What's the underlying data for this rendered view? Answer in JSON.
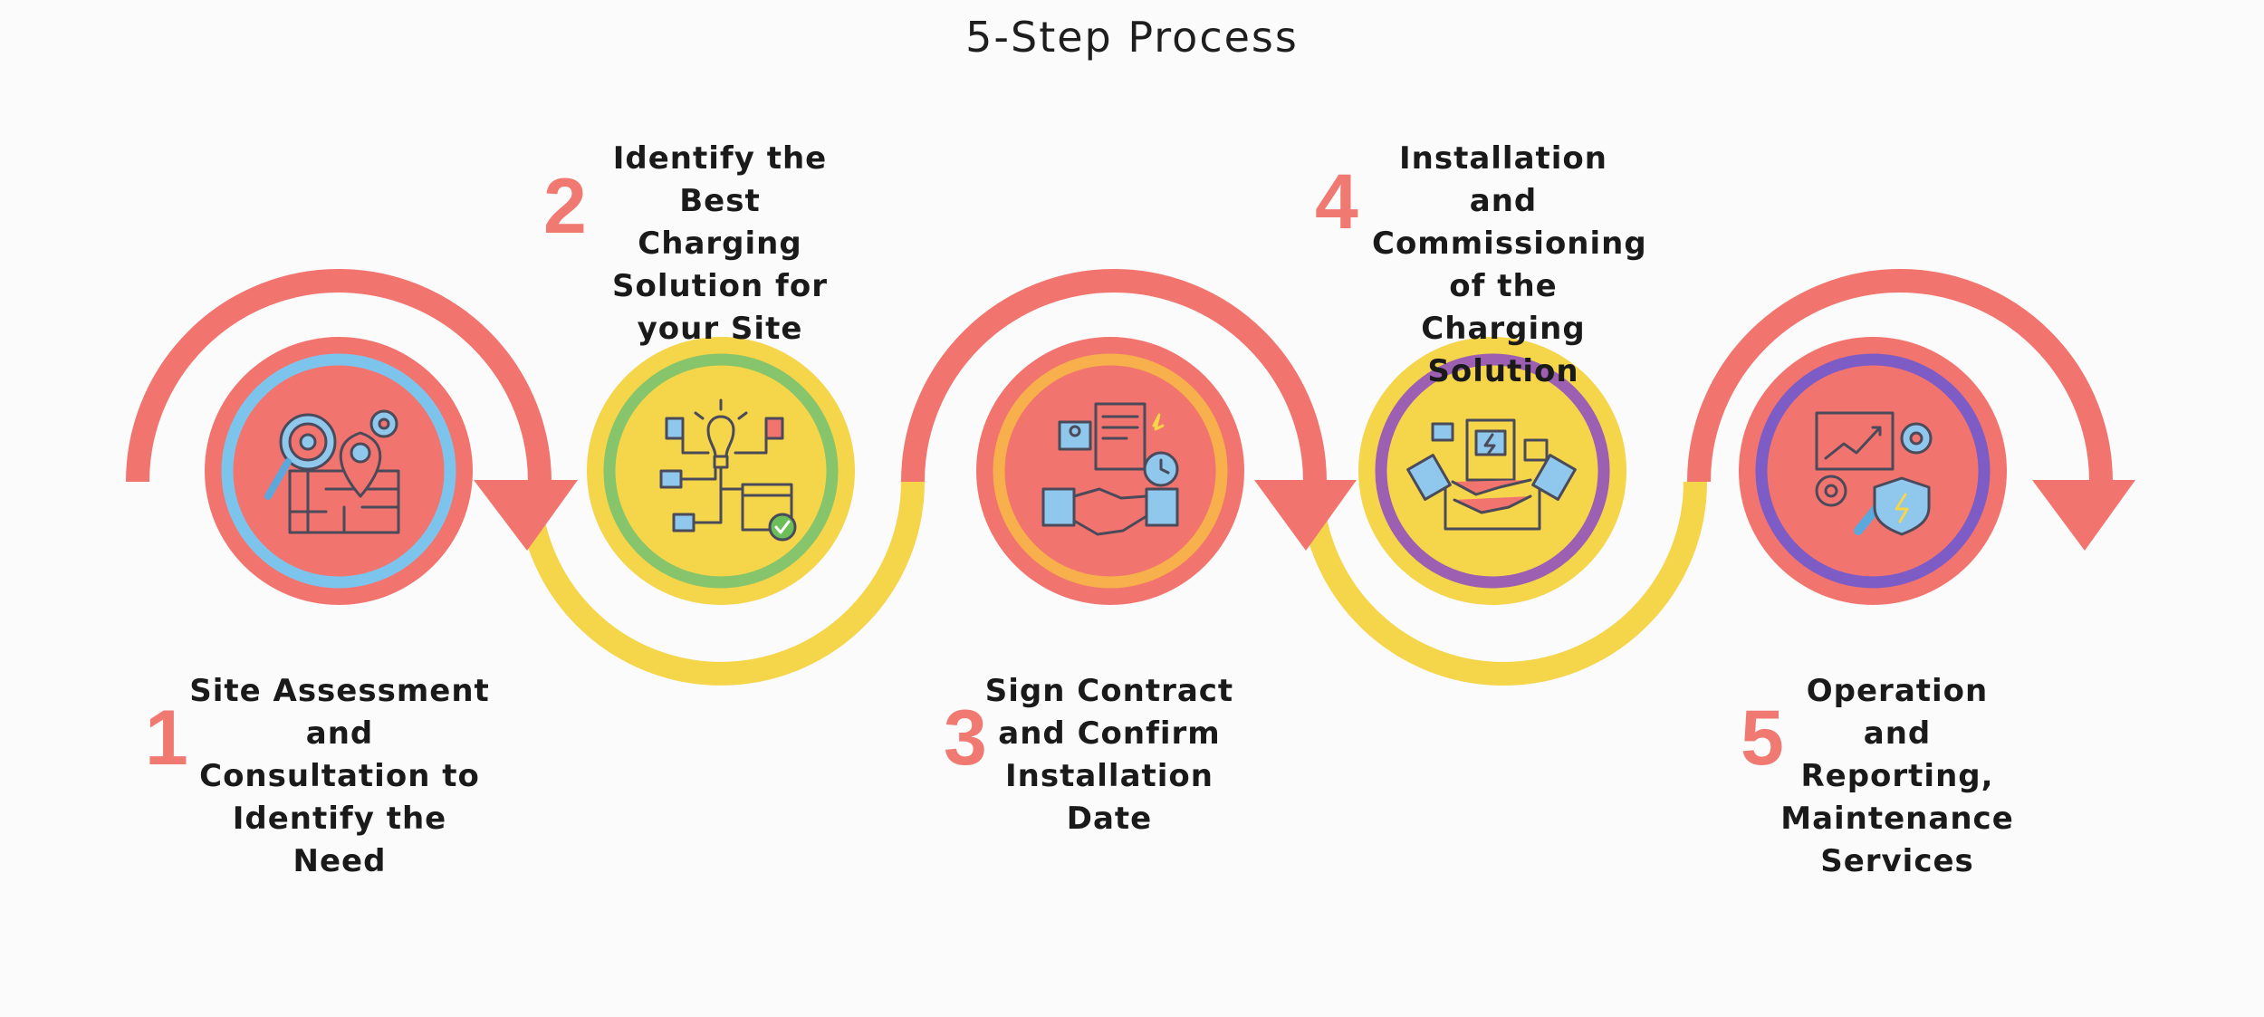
{
  "title": "5-Step  Process",
  "colors": {
    "coral": "#f2746f",
    "yellow": "#f5d54a",
    "text_dark": "#1a1a1a",
    "number": "#f07a72"
  },
  "steps": [
    {
      "number": "1",
      "text_lines": [
        "Site Assessment",
        "and Consultation to",
        "Identify the Need"
      ],
      "circle_fill": "#f2746f",
      "ring": "#7cc4ec",
      "icon": "site-map-search-icon"
    },
    {
      "number": "2",
      "text_lines": [
        "Identify the Best",
        "Charging",
        "Solution for",
        "your Site"
      ],
      "circle_fill": "#f5d54a",
      "ring": "#86c56b",
      "icon": "charging-ideas-icon"
    },
    {
      "number": "3",
      "text_lines": [
        "Sign Contract",
        "and Confirm",
        "Installation Date"
      ],
      "circle_fill": "#f2746f",
      "ring": "#f7b04c",
      "icon": "contract-handshake-icon"
    },
    {
      "number": "4",
      "text_lines": [
        "Installation and",
        "Commissioning",
        "of the Charging",
        "Solution"
      ],
      "circle_fill": "#f5d54a",
      "ring": "#9c5fb2",
      "icon": "charger-handshake-icon"
    },
    {
      "number": "5",
      "text_lines": [
        "Operation and",
        "Reporting,",
        "Maintenance",
        "Services"
      ],
      "circle_fill": "#f2746f",
      "ring": "#7d5cc6",
      "icon": "maintenance-report-icon"
    }
  ]
}
